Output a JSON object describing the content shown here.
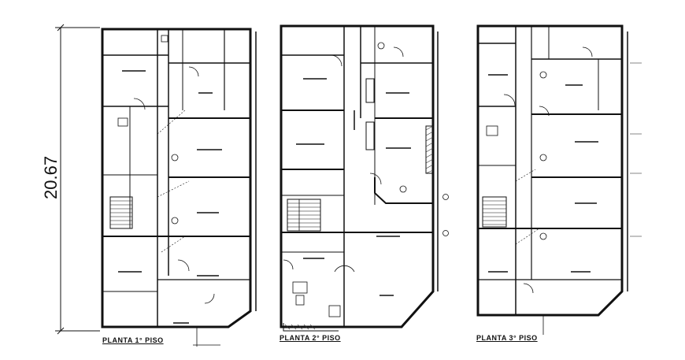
{
  "drawing": {
    "overall_dimension": "20.67",
    "plans": [
      {
        "id": "plan-1",
        "title": "PLANTA 1° PISO"
      },
      {
        "id": "plan-2",
        "title": "PLANTA 2° PISO"
      },
      {
        "id": "plan-3",
        "title": "PLANTA 3° PISO"
      }
    ],
    "colors": {
      "line": "#111111",
      "background": "#ffffff",
      "hatch": "#333333"
    }
  }
}
